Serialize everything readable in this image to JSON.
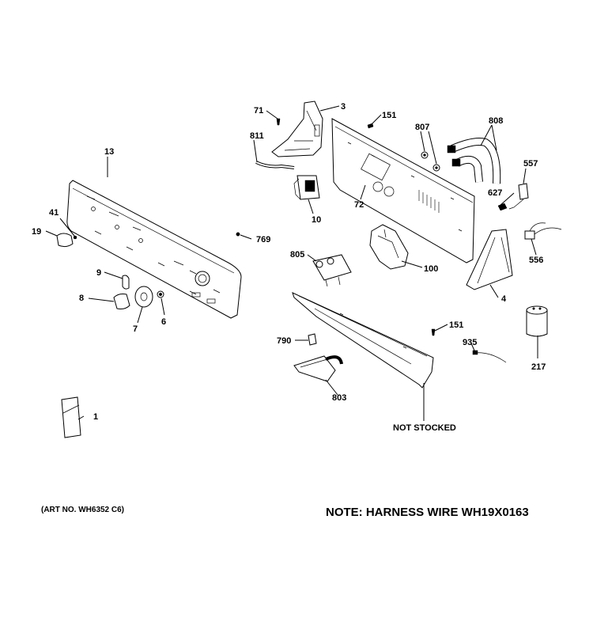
{
  "labels": {
    "p1": "1",
    "p3": "3",
    "p4": "4",
    "p6": "6",
    "p7": "7",
    "p8": "8",
    "p9": "9",
    "p10": "10",
    "p13": "13",
    "p19": "19",
    "p41": "41",
    "p71": "71",
    "p72": "72",
    "p100": "100",
    "p151a": "151",
    "p151b": "151",
    "p217": "217",
    "p556": "556",
    "p557": "557",
    "p627": "627",
    "p769": "769",
    "p790": "790",
    "p803": "803",
    "p805": "805",
    "p807": "807",
    "p808": "808",
    "p811": "811",
    "p935": "935",
    "not_stocked": "NOT STOCKED"
  },
  "footer": {
    "art_number": "(ART NO. WH6352 C6)",
    "note": "NOTE: HARNESS WIRE WH19X0163"
  }
}
